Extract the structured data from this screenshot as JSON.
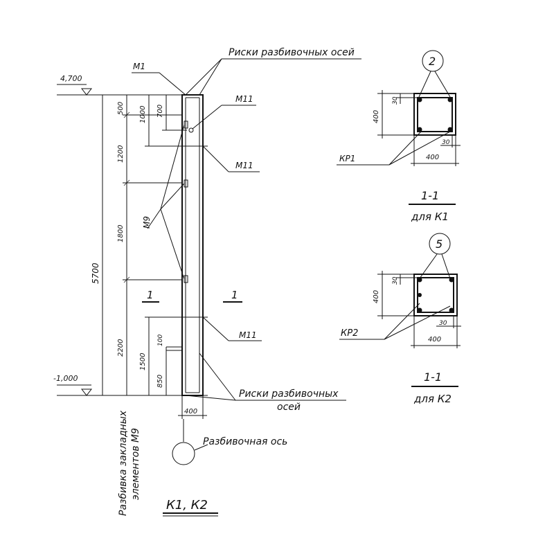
{
  "labels": {
    "axis_marks_top": "Риски разбивочных осей",
    "axis_marks_bottom_1": "Риски разбивочных",
    "axis_marks_bottom_2": "осей",
    "setting_out_axis": "Разбивочная ось",
    "embedded_layout_1": "Разбивка закладных",
    "embedded_layout_2": "элементов М9",
    "m1": "М1",
    "m11_a": "М11",
    "m11_b": "М11",
    "m11_c": "М11",
    "m9": "М9",
    "title": "К1, К2",
    "cut_mark_left": "1",
    "cut_mark_right": "1"
  },
  "elevations": {
    "top": "4,700",
    "bottom": "-1,000"
  },
  "dimensions": {
    "total_height": "5700",
    "d500": "500",
    "d1200": "1200",
    "d1800": "1800",
    "d2200": "2200",
    "d1000": "1000",
    "d700": "700",
    "d1500": "1500",
    "d850": "850",
    "d100": "100",
    "width_bottom": "400"
  },
  "section_k1": {
    "marker": "2",
    "rebar_cage": "КР1",
    "dim_side": "400",
    "dim_bottom": "400",
    "dim_cover_top": "30",
    "dim_cover_bottom": "30",
    "caption": "1-1",
    "subcaption": "для К1"
  },
  "section_k2": {
    "marker": "5",
    "rebar_cage": "КР2",
    "dim_side": "400",
    "dim_bottom": "400",
    "dim_cover_top": "30",
    "dim_cover_bottom": "30",
    "caption": "1-1",
    "subcaption": "для К2"
  }
}
